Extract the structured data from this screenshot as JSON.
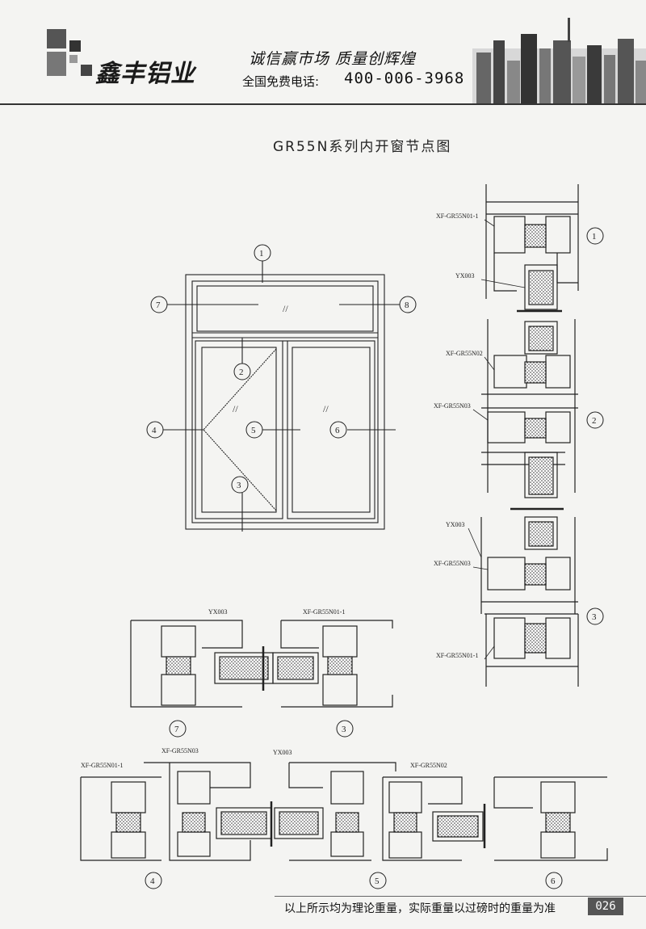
{
  "header": {
    "brand": "鑫丰铝业",
    "slogan": "诚信赢市场  质量创辉煌",
    "phone_label": "全国免费电话:",
    "phone": "400-006-3968",
    "logo_icon": "company-logo-icon",
    "skyline_icon": "city-skyline-icon"
  },
  "title": "GR55N系列内开窗节点图",
  "elevation": {
    "markers": [
      "1",
      "7",
      "8",
      "2",
      "4",
      "5",
      "6",
      "3"
    ],
    "glass_mark": "//"
  },
  "sections": {
    "right_labels": [
      "XF-GR55N01-1",
      "YX003",
      "XF-GR55N02",
      "XF-GR55N03",
      "YX003",
      "XF-GR55N03",
      "XF-GR55N01-1"
    ],
    "right_markers": [
      "1",
      "2",
      "3"
    ],
    "mid_labels": [
      "YX003",
      "XF-GR55N01-1"
    ],
    "mid_markers": [
      "7",
      "3"
    ],
    "bottom_labels": [
      "XF-GR55N01-1",
      "XF-GR55N03",
      "YX003",
      "XF-GR55N02"
    ],
    "bottom_markers": [
      "4",
      "5",
      "6"
    ]
  },
  "footer": {
    "note": "以上所示均为理论重量，实际重量以过磅时的重量为准",
    "page": "026"
  }
}
